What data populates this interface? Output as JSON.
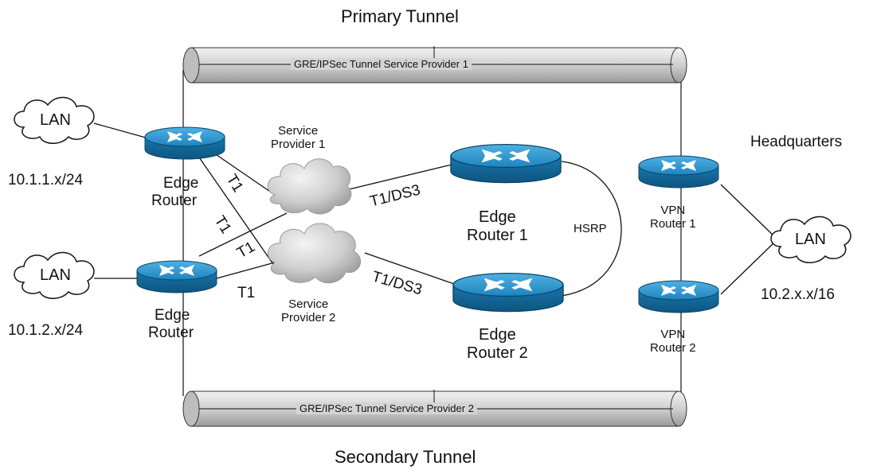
{
  "titles": {
    "primary": "Primary Tunnel",
    "secondary": "Secondary Tunnel"
  },
  "tunnels": {
    "top_label": "GRE/IPSec Tunnel Service Provider 1",
    "bottom_label": "GRE/IPSec Tunnel Service Provider 2"
  },
  "lans": {
    "left_top": {
      "label": "LAN",
      "subnet": "10.1.1.x/24"
    },
    "left_bottom": {
      "label": "LAN",
      "subnet": "10.1.2.x/24"
    },
    "right": {
      "label": "LAN",
      "subnet": "10.2.x.x/16"
    }
  },
  "routers": {
    "edge_top_left": {
      "line1": "Edge",
      "line2": "Router"
    },
    "edge_bottom_left": {
      "line1": "Edge",
      "line2": "Router"
    },
    "edge_1": {
      "line1": "Edge",
      "line2": "Router 1"
    },
    "edge_2": {
      "line1": "Edge",
      "line2": "Router 2"
    },
    "vpn_1": {
      "line1": "VPN",
      "line2": "Router 1"
    },
    "vpn_2": {
      "line1": "VPN",
      "line2": "Router 2"
    }
  },
  "clouds": {
    "sp1": {
      "line1": "Service",
      "line2": "Provider 1"
    },
    "sp2": {
      "line1": "Service",
      "line2": "Provider 2"
    }
  },
  "links": {
    "t1_a": "T1",
    "t1_b": "T1",
    "t1_c": "T1",
    "t1_d": "T1",
    "ds3_top": "T1/DS3",
    "ds3_bottom": "T1/DS3",
    "hsrp": "HSRP"
  },
  "site": {
    "headquarters": "Headquarters"
  },
  "colors": {
    "router_top": "#2a8fc8",
    "router_side": "#136a9f",
    "tunnel_fill": "#d4d4d4",
    "cloud": "#c8c8c8",
    "line": "#111111"
  }
}
